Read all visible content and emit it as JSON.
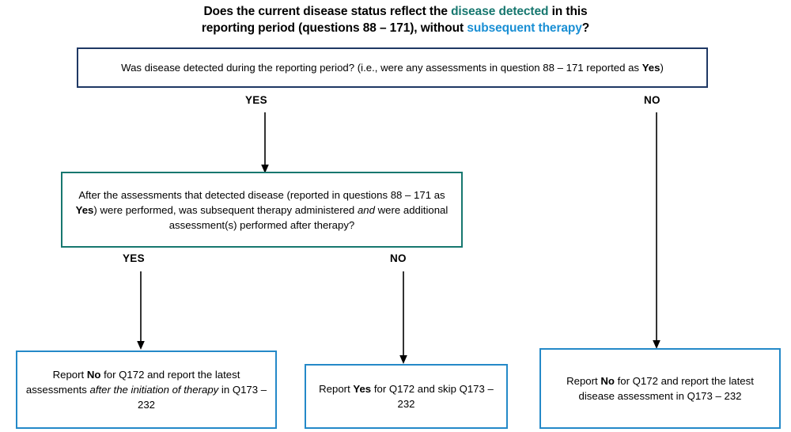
{
  "title": {
    "line1_pre": "Does the current disease status reflect the ",
    "line1_accent": "disease detected",
    "line1_post": " in this",
    "line2_pre": "reporting period (questions 88 – 171), without ",
    "line2_accent": "subsequent therapy",
    "line2_post": "?"
  },
  "colors": {
    "teal": "#17776f",
    "blue": "#1a8fd4",
    "box_blue": "#2489c8",
    "box_navy": "#1f3864",
    "box_teal": "#17776f",
    "text": "#000000",
    "background": "#ffffff"
  },
  "nodes": {
    "question1": {
      "id": "question-1",
      "border_color": "#1f3864",
      "text_plain": "Was disease detected during the reporting period? (i.e., were any assessments in question 88 – 171 reported as Yes)",
      "seg1": "Was disease detected during the reporting period? (i.e., were any assessments in question 88 – 171 reported as ",
      "seg2_bold": "Yes",
      "seg3": ")"
    },
    "question2": {
      "id": "question-2",
      "border_color": "#17776f",
      "text_plain": "After the assessments that detected disease (reported in questions 88 – 171 as Yes) were performed, was subsequent therapy administered and were additional assessment(s) performed after therapy?",
      "seg1": "After the assessments that detected disease (reported in questions 88 – 171 as ",
      "seg2_bold": "Yes",
      "seg3": ") were performed, was subsequent therapy administered ",
      "seg4_italic": "and",
      "seg5": " were additional assessment(s) performed after therapy?"
    },
    "result1": {
      "id": "result-1",
      "border_color": "#2489c8",
      "text_plain": "Report No for Q172 and report the latest assessments after the initiation of therapy in Q173 – 232",
      "seg1": "Report ",
      "seg2_bold": "No",
      "seg3": " for Q172 and report the latest assessments ",
      "seg4_italic": "after the initiation of therapy",
      "seg5": " in Q173 – 232"
    },
    "result2": {
      "id": "result-2",
      "border_color": "#2489c8",
      "text_plain": "Report Yes for Q172 and skip Q173 – 232",
      "seg1": "Report ",
      "seg2_bold": "Yes",
      "seg3": " for Q172 and skip Q173 – 232"
    },
    "result3": {
      "id": "result-3",
      "border_color": "#2489c8",
      "text_plain": "Report No for Q172 and report the latest disease assessment in Q173 – 232",
      "seg1": "Report ",
      "seg2_bold": "No",
      "seg3": " for Q172 and report the latest disease assessment in Q173 – 232"
    }
  },
  "branch_labels": {
    "q1_yes": "YES",
    "q1_no": "NO",
    "q2_yes": "YES",
    "q2_no": "NO"
  },
  "edges": [
    {
      "name": "question-1-to-question-2",
      "from": "question1",
      "to": "question2",
      "label": "YES"
    },
    {
      "name": "question-1-to-result-3",
      "from": "question1",
      "to": "result3",
      "label": "NO"
    },
    {
      "name": "question-2-to-result-1",
      "from": "question2",
      "to": "result1",
      "label": "YES"
    },
    {
      "name": "question-2-to-result-2",
      "from": "question2",
      "to": "result2",
      "label": "NO"
    }
  ]
}
